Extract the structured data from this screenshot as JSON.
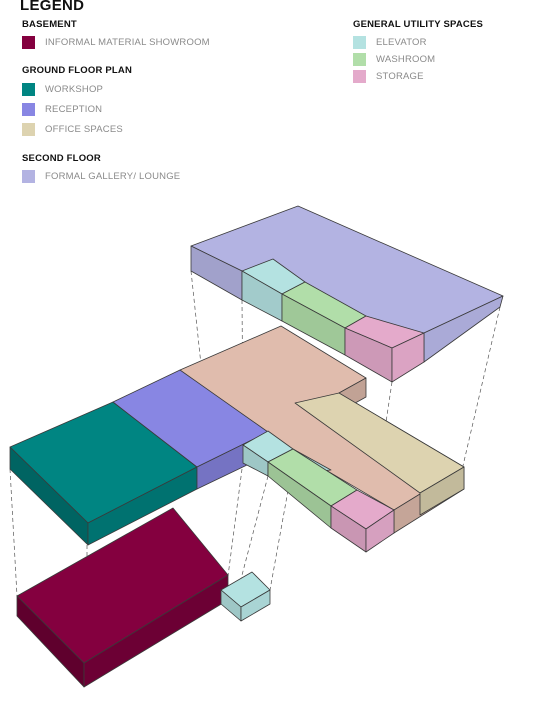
{
  "legend": {
    "title": "LEGEND",
    "groups": [
      {
        "title": "BASEMENT",
        "items": [
          {
            "label": "INFORMAL MATERIAL SHOWROOM",
            "color": "#84003f"
          }
        ]
      },
      {
        "title": "GROUND FLOOR PLAN",
        "items": [
          {
            "label": "WORKSHOP",
            "color": "#008582"
          },
          {
            "label": "RECEPTION",
            "color": "#8886e3"
          },
          {
            "label": "OFFICE SPACES",
            "color": "#ddd3b0"
          }
        ]
      },
      {
        "title": "SECOND FLOOR",
        "items": [
          {
            "label": "FORMAL GALLERY/ LOUNGE",
            "color": "#b3b3e2"
          }
        ]
      },
      {
        "title": "GENERAL UTILITY SPACES",
        "items": [
          {
            "label": "ELEVATOR",
            "color": "#b4e2e1"
          },
          {
            "label": "WASHROOM",
            "color": "#b1dea9"
          },
          {
            "label": "STORAGE",
            "color": "#e4aacb"
          }
        ]
      }
    ]
  },
  "colors": {
    "floor_plate": "#e0bcad",
    "leader_line": "#555555",
    "outline": "#3a3a3a"
  }
}
